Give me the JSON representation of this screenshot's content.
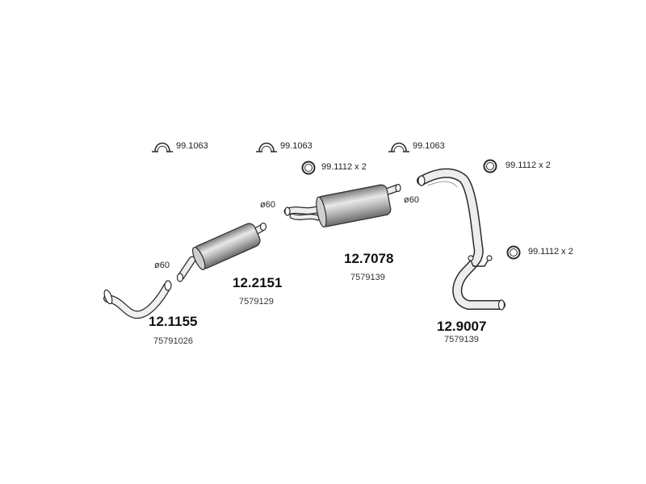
{
  "parts": [
    {
      "number": "12.1155",
      "oem": "75791026"
    },
    {
      "number": "12.2151",
      "oem": "7579129"
    },
    {
      "number": "12.7078",
      "oem": "7579139"
    },
    {
      "number": "12.9007",
      "oem": "7579139"
    }
  ],
  "clamps": [
    {
      "label": "99.1063"
    },
    {
      "label": "99.1063"
    },
    {
      "label": "99.1063"
    }
  ],
  "rings": [
    {
      "label": "99.1112  x 2"
    },
    {
      "label": "99.1112  x 2"
    },
    {
      "label": "99.1112  x 2"
    }
  ],
  "diameters": [
    {
      "label": "ø60"
    },
    {
      "label": "ø60"
    },
    {
      "label": "ø60"
    }
  ],
  "colors": {
    "stroke": "#2a2a2a",
    "shade_dark": "#8a8a8a",
    "shade_light": "#e6e6e6"
  }
}
